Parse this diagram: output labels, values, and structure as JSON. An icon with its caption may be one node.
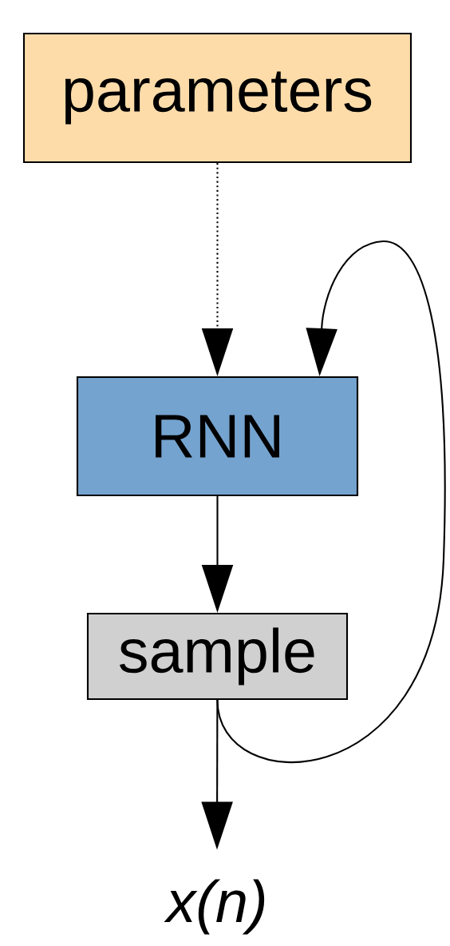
{
  "diagram": {
    "nodes": [
      {
        "text": [
          "parameters"
        ]
      },
      {
        "text": [
          "RNN"
        ]
      },
      {
        "text": [
          "sample"
        ]
      },
      {
        "text": [
          "x(n)"
        ]
      }
    ],
    "edges": [
      {
        "from": 0,
        "to": 1,
        "arrow": "to",
        "style": "dashed"
      },
      {
        "from": 1,
        "to": 2,
        "arrow": "to"
      },
      {
        "from": 2,
        "to": 3,
        "arrow": "to"
      },
      {
        "from": 2,
        "to": 1,
        "arrow": "to"
      }
    ]
  }
}
